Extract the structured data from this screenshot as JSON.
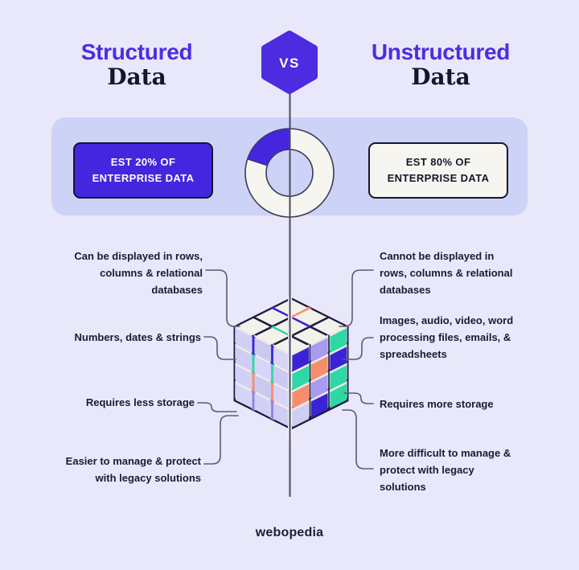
{
  "header": {
    "left_title_line1": "Structured",
    "left_title_line2": "Data",
    "vs_label": "VS",
    "right_title_line1": "Unstructured",
    "right_title_line2": "Data"
  },
  "banner": {
    "structured_badge": {
      "line1": "EST 20% OF",
      "line2": "ENTERPRISE DATA"
    },
    "unstructured_badge": {
      "line1": "EST 80% OF",
      "line2": "ENTERPRISE DATA"
    }
  },
  "chart_data": {
    "type": "pie",
    "title": "Share of enterprise data",
    "labels": [
      "Structured data",
      "Unstructured data"
    ],
    "values": [
      20,
      80
    ],
    "colors": [
      "#4326de",
      "#f6f5ef"
    ],
    "donut": true,
    "legend_position": "none"
  },
  "labels": {
    "left": [
      {
        "lines": [
          "Can be displayed in rows,",
          "columns & relational",
          "databases"
        ]
      },
      {
        "lines": [
          "Numbers, dates & strings"
        ]
      },
      {
        "lines": [
          "Requires less storage"
        ]
      },
      {
        "lines": [
          "Easier to manage & protect",
          "with legacy solutions"
        ]
      }
    ],
    "right": [
      {
        "lines": [
          "Cannot be displayed in",
          "rows, columns & relational",
          "databases"
        ]
      },
      {
        "lines": [
          "Images, audio, video, word",
          "processing files, emails, &",
          "spreadsheets"
        ]
      },
      {
        "lines": [
          "Requires more storage"
        ]
      },
      {
        "lines": [
          "More difficult to manage &",
          "protect with legacy",
          "solutions"
        ]
      }
    ]
  },
  "footer": {
    "logo_text": "webopedia"
  },
  "colors": {
    "background": "#e8e8fa",
    "banner": "#ccd3f6",
    "accent_indigo": "#4326de",
    "title_purple": "#4f2be2",
    "ink": "#16162e",
    "off_white": "#f6f5ef",
    "teal": "#2ed8a5",
    "salmon": "#f68e6d",
    "light_purple": "#a89bf0",
    "lavender": "#cfcdf4",
    "connector": "#5b5b72",
    "divider": "#4a4a5e"
  },
  "cube": {
    "silhouette_color": "#1d1b3f",
    "backing_color": "#edebe6",
    "top_tile_color": "#f2f1ea",
    "left_tiles": [
      [
        "#d2d0f6",
        "#cbc9f2",
        "#d6d4f8"
      ],
      [
        "#cfcdf4",
        "#d6d4f8",
        "#cbc9f2"
      ],
      [
        "#d2d0f6",
        "#cbc9f2",
        "#d6d4f8"
      ],
      [
        "#d6d4f8",
        "#d2d0f6",
        "#cfcdf4"
      ]
    ],
    "left_gaps": [
      "#3a23d6",
      "#2ed8a5",
      "#f68e6d",
      "#8f83e0"
    ],
    "right_tiles": [
      [
        "#3a23d6",
        "#a89bf0",
        "#2ed8a5"
      ],
      [
        "#2ed8a5",
        "#f68e6d",
        "#3a23d6"
      ],
      [
        "#f68e6d",
        "#a89bf0",
        "#2ed8a5"
      ],
      [
        "#cfcdf4",
        "#3a23d6",
        "#2ed8a5"
      ]
    ],
    "top_slivers": [
      {
        "p": 0,
        "q": 0,
        "dir": "L",
        "color": "#3a23d6"
      },
      {
        "p": 0,
        "q": 1,
        "dir": "L",
        "color": "#3a23d6"
      },
      {
        "p": 0,
        "q": 0,
        "dir": "R",
        "color": "#f68e6d"
      },
      {
        "p": 1,
        "q": 1,
        "dir": "L",
        "color": "#2ed8a5"
      }
    ]
  }
}
